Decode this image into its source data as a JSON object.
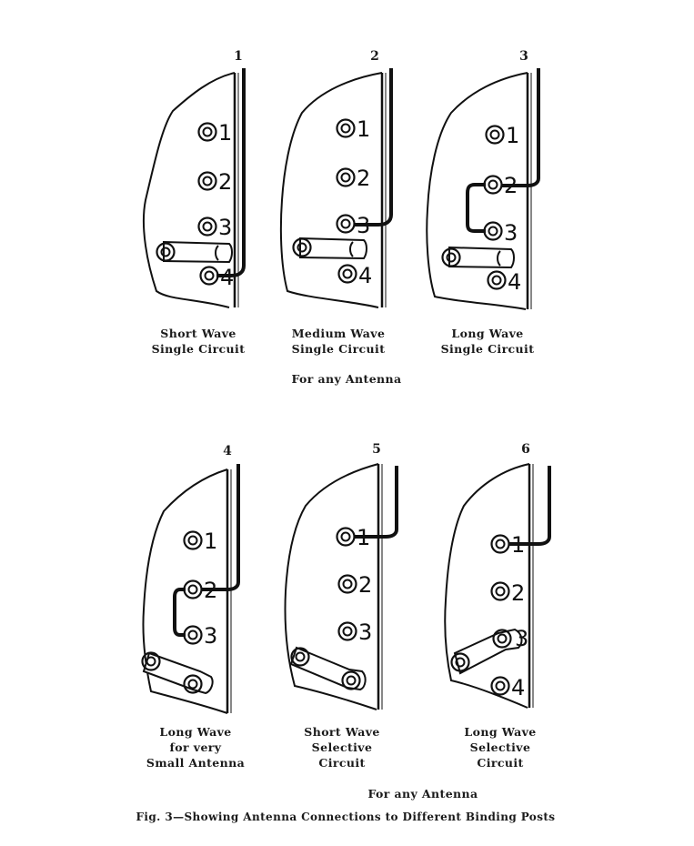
{
  "panels": [
    {
      "number": "1",
      "caption": [
        "Short Wave",
        "Single Circuit"
      ]
    },
    {
      "number": "2",
      "caption": [
        "Medium Wave",
        "Single Circuit"
      ]
    },
    {
      "number": "3",
      "caption": [
        "Long Wave",
        "Single Circuit"
      ]
    },
    {
      "number": "4",
      "caption": [
        "Long Wave",
        "for very",
        "Small Antenna"
      ]
    },
    {
      "number": "5",
      "caption": [
        "Short Wave",
        "Selective",
        "Circuit"
      ]
    },
    {
      "number": "6",
      "caption": [
        "Long Wave",
        "Selective",
        "Circuit"
      ]
    }
  ],
  "post_labels": [
    "1",
    "2",
    "3",
    "4"
  ],
  "group_note_top": "For any Antenna",
  "group_note_bottom": "For any Antenna",
  "figure_caption": "Fig. 3—Showing Antenna Connections to Different Binding Posts",
  "colors": {
    "ink": "#111111",
    "paper": "#ffffff"
  }
}
